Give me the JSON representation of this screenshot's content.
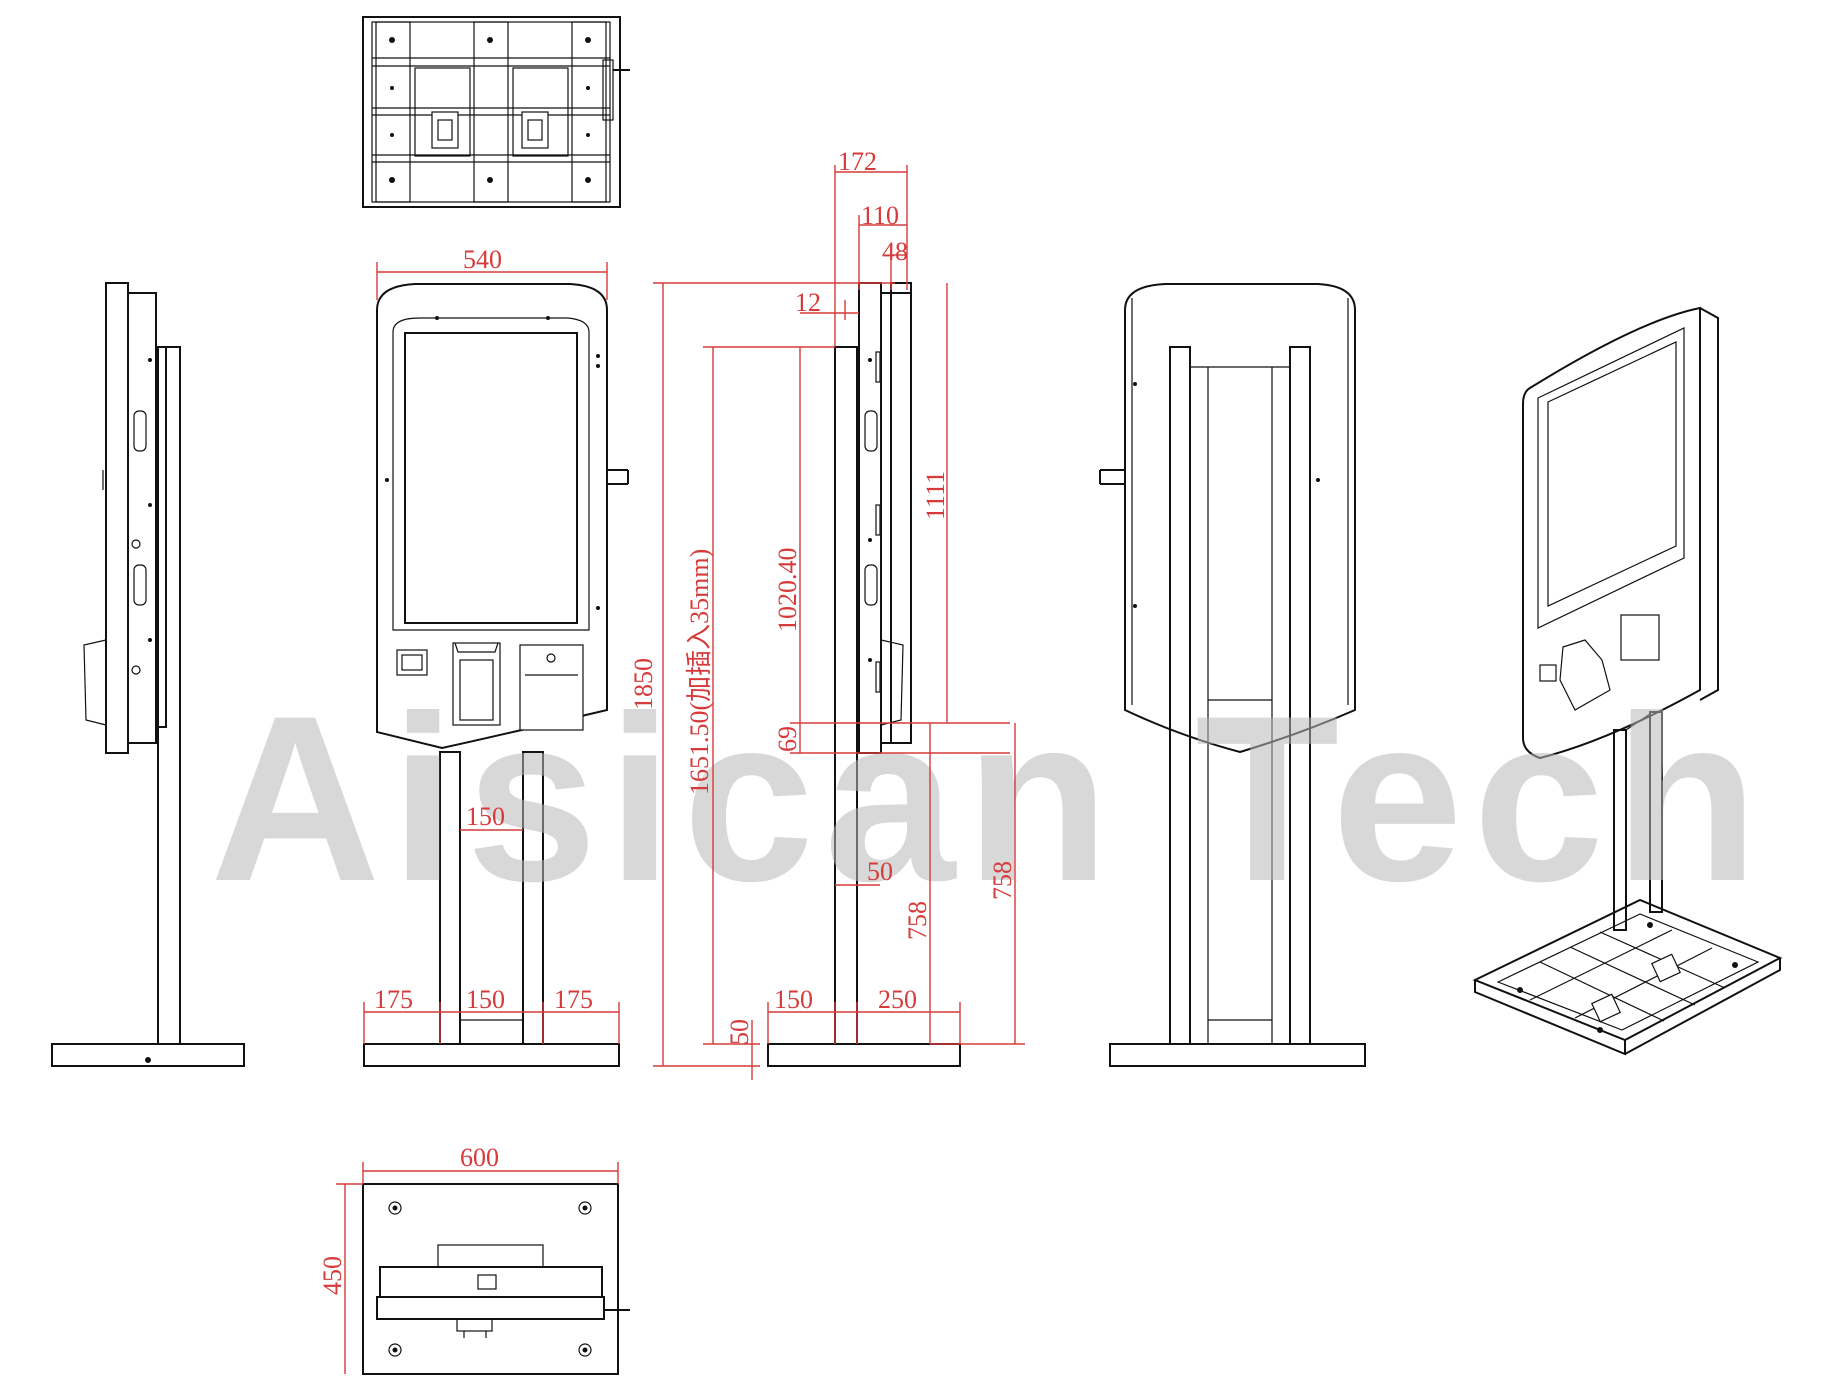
{
  "watermark": "Aisican Tech",
  "dims": {
    "d172": "172",
    "d110": "110",
    "d48": "48",
    "d12": "12",
    "d540": "540",
    "d1111": "1111",
    "d1850": "1850",
    "d1651": "1651.50(加插入35mm)",
    "d1020": "1020.40",
    "d69": "69",
    "d150_neck": "150",
    "d50_post": "50",
    "d758_a": "758",
    "d758_b": "758",
    "d175_left": "175",
    "d150_center": "150",
    "d175_right": "175",
    "d50_base": "50",
    "d150_side": "150",
    "d250": "250",
    "d600": "600",
    "d450": "450"
  },
  "views": [
    "top-view",
    "left-side-view",
    "front-view",
    "right-side-view",
    "rear-view",
    "isometric-view",
    "bottom-plan-view"
  ],
  "colors": {
    "line": "#111111",
    "dimension": "#d63a3a",
    "watermark": "#b8b8b8"
  }
}
